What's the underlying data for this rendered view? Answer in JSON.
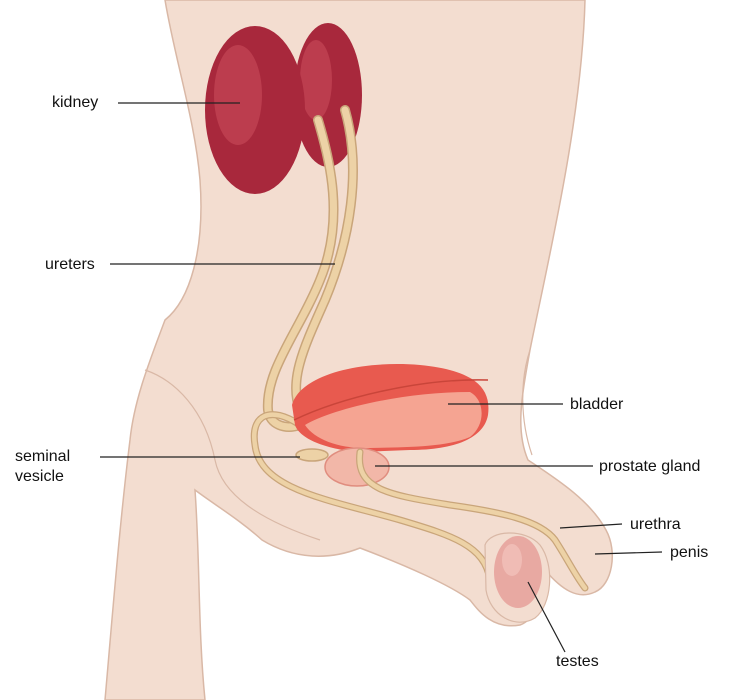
{
  "labels": {
    "kidney": "kidney",
    "ureters": "ureters",
    "seminal_vesicle_line1": "seminal",
    "seminal_vesicle_line2": "vesicle",
    "bladder": "bladder",
    "prostate_gland": "prostate gland",
    "urethra": "urethra",
    "penis": "penis",
    "testes": "testes"
  },
  "colors": {
    "body_skin": "#f3ddd0",
    "body_outline": "#d9b8a6",
    "kidney": "#a8283c",
    "kidney_highlight": "#c94b5a",
    "tube": "#edd2a6",
    "tube_outline": "#c9a57a",
    "bladder": "#e85a4f",
    "bladder_inner": "#f5a492",
    "prostate": "#f2b7a8",
    "testis": "#e8a9a2",
    "leader_line": "#222222"
  }
}
